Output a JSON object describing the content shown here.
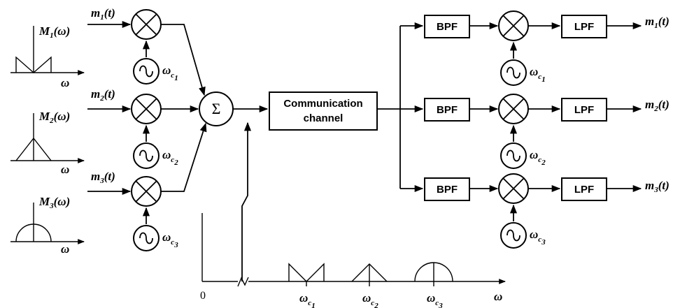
{
  "inputs": [
    {
      "msg": "m",
      "msg_sub": "1",
      "msg_arg": "(t)",
      "spec": "M",
      "spec_sub": "1",
      "spec_arg": "(ω)",
      "carrier": "ω",
      "carrier_sub": "c",
      "carrier_subsub": "1"
    },
    {
      "msg": "m",
      "msg_sub": "2",
      "msg_arg": "(t)",
      "spec": "M",
      "spec_sub": "2",
      "spec_arg": "(ω)",
      "carrier": "ω",
      "carrier_sub": "c",
      "carrier_subsub": "2"
    },
    {
      "msg": "m",
      "msg_sub": "3",
      "msg_arg": "(t)",
      "spec": "M",
      "spec_sub": "3",
      "spec_arg": "(ω)",
      "carrier": "ω",
      "carrier_sub": "c",
      "carrier_subsub": "3"
    }
  ],
  "outputs": [
    {
      "msg": "m",
      "msg_sub": "1",
      "msg_arg": "(t)",
      "bpf": "BPF",
      "lpf": "LPF",
      "carrier": "ω",
      "carrier_sub": "c",
      "carrier_subsub": "1"
    },
    {
      "msg": "m",
      "msg_sub": "2",
      "msg_arg": "(t)",
      "bpf": "BPF",
      "lpf": "LPF",
      "carrier": "ω",
      "carrier_sub": "c",
      "carrier_subsub": "2"
    },
    {
      "msg": "m",
      "msg_sub": "3",
      "msg_arg": "(t)",
      "bpf": "BPF",
      "lpf": "LPF",
      "carrier": "ω",
      "carrier_sub": "c",
      "carrier_subsub": "3"
    }
  ],
  "omega": "ω",
  "summer_symbol": "Σ",
  "channel": {
    "line1": "Communication",
    "line2": "channel"
  },
  "spectrum": {
    "origin": "0",
    "axis_label": "ω",
    "ticks": [
      {
        "main": "ω",
        "sub": "c",
        "subsub": "1"
      },
      {
        "main": "ω",
        "sub": "c",
        "subsub": "2"
      },
      {
        "main": "ω",
        "sub": "c",
        "subsub": "3"
      }
    ]
  }
}
